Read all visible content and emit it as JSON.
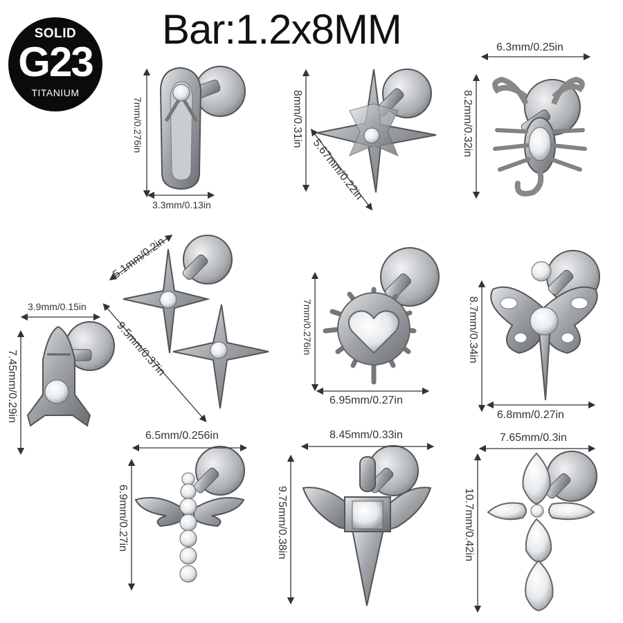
{
  "badge": {
    "top": "SOLID",
    "middle": "G23",
    "bottom": "TITANIUM"
  },
  "title": "Bar:1.2x8MM",
  "dims": {
    "flipflop_h": "7mm/0.276in",
    "flipflop_w": "3.3mm/0.13in",
    "star_h": "8mm/0.31in",
    "star_d": "5.67mm/0.22in",
    "scorpion_w": "6.3mm/0.25in",
    "scorpion_h": "8.2mm/0.32in",
    "twinstar_d1": "5.1mm/0.2in",
    "twinstar_d2": "9.5mm/0.37in",
    "rocket_w": "3.9mm/0.15in",
    "rocket_h": "7.45mm/0.29in",
    "heart_h": "7mm/0.276in",
    "heart_w": "6.95mm/0.27in",
    "butterfly_h": "8.7mm/0.34in",
    "butterfly_w": "6.8mm/0.27in",
    "wingcross_w": "6.5mm/0.256in",
    "wingcross_h": "6.9mm/0.27in",
    "dagger_w": "8.45mm/0.33in",
    "dagger_h": "9.75mm/0.38in",
    "cross_w": "7.65mm/0.3in",
    "cross_h": "10.7mm/0.42in"
  },
  "colors": {
    "metal": "#8f9398",
    "metal_light": "#d9dcdf",
    "metal_dark": "#5d6166",
    "gem": "#f4f6f8"
  }
}
